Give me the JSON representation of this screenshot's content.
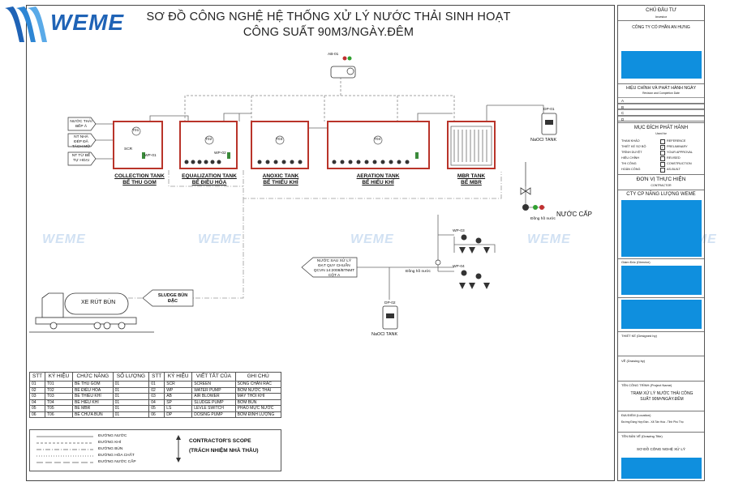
{
  "logo": {
    "text": "WEME"
  },
  "title": {
    "line1": "SƠ ĐỒ CÔNG NGHỆ HỆ THỐNG XỬ LÝ NƯỚC THẢI SINH HOẠT",
    "line2": "CÔNG SUẤT 90M3/NGÀY.ĐÊM"
  },
  "inlets": [
    "NƯỚC THẢI BẾP Ă",
    "NT NHÀ ĐÉP ĐÃ TÁCH MỠ",
    "NT TỪ BỂ TỰ HOẠI"
  ],
  "tanks": [
    {
      "en": "COLLECTION TANK",
      "vi": "BỂ THU GOM",
      "code": "T01"
    },
    {
      "en": "EQUALIZATION TANK",
      "vi": "BỂ ĐIỀU HÒA",
      "code": "T02"
    },
    {
      "en": "ANOXIC TANK",
      "vi": "BỂ THIẾU KHÍ",
      "code": "T03"
    },
    {
      "en": "AERATION TANK",
      "vi": "BỂ HIẾU KHÍ",
      "code": "T04"
    },
    {
      "en": "MBR TANK",
      "vi": "BỂ MBR",
      "code": ""
    }
  ],
  "equipment": {
    "blower": "AB-01",
    "naocl_tank_1": "NaOCl TANK",
    "naocl_tank_2": "NaOCl TANK",
    "dp1": "DP-01",
    "dp2": "DP-02",
    "nuoc_cap": "NƯỚC CẤP",
    "dong_ho_nuoc": "Đồng hồ nước",
    "dong_ho_nuoc_2": "Đồng hồ nước",
    "wp_labels": [
      "WP-01",
      "WP-02",
      "WP-03",
      "WP-04"
    ],
    "scr": "SCR"
  },
  "outlet": "NƯỚC SAU XỬ LÝ ĐẠT QUY CHUẨN QCVN 14:2008/BTNMT CỘT A",
  "sludge": {
    "label": "SLUDGE BÙN ĐẶC",
    "truck": "XE RÚT BÙN"
  },
  "watermark": "WEME",
  "table": {
    "headers": [
      "STT",
      "KÝ HIỆU",
      "CHỨC NĂNG",
      "SỐ LƯỢNG",
      "STT",
      "KÝ HIỆU",
      "VIẾT TẮT CỦA",
      "GHI CHÚ"
    ],
    "rows": [
      [
        "01",
        "T01",
        "BỂ THU GOM",
        "01",
        "01",
        "SCR",
        "SCREEN",
        "SONG CHẮN RÁC"
      ],
      [
        "02",
        "T02",
        "BỂ ĐIỀU HÒA",
        "01",
        "02",
        "WP",
        "WATER PUMP",
        "BƠM NƯỚC THẢI"
      ],
      [
        "03",
        "T03",
        "BỂ THIẾU KHÍ",
        "01",
        "03",
        "AB",
        "AIR BLOWER",
        "MÁY THỔI KHÍ"
      ],
      [
        "04",
        "T04",
        "BỂ HIẾU KHÍ",
        "01",
        "04",
        "SP",
        "SLUDGE PUMP",
        "BƠM BÙN"
      ],
      [
        "05",
        "T05",
        "BỂ MBR",
        "01",
        "05",
        "LS",
        "LEVLE SWITCH",
        "PHAO MỰC NƯỚC"
      ],
      [
        "06",
        "T06",
        "BỂ CHỨA BÙN",
        "01",
        "06",
        "DP",
        "DOSING PUMP",
        "BƠM ĐỊNH LƯỢNG"
      ]
    ]
  },
  "legend": {
    "lines": [
      "ĐƯỜNG NƯỚC",
      "ĐƯỜNG KHÍ",
      "ĐƯỜNG BÙN",
      "ĐƯỜNG HÓA CHẤT",
      "ĐƯỜNG NƯỚC CẤP"
    ],
    "scope_en": "CONTRACTOR'S SCOPE",
    "scope_vi": "(TRÁCH NHIỆM NHÀ THẦU)"
  },
  "panel": {
    "investor": "CHỦ ĐẦU TƯ",
    "investor_en": "Investor",
    "company": "CÔNG TY CỔ PHẦN AN HƯNG",
    "revision": "HIỆU CHỈNH VÀ PHÁT HÀNH NGÀY",
    "revision_en": "Revision and Completion Date",
    "rev_rows": [
      "A",
      "B",
      "C",
      "D"
    ],
    "purpose": "MỤC ĐÍCH PHÁT HÀNH",
    "purpose_en": "Used for",
    "purpose_rows": [
      [
        "THAM KHẢO",
        "REFERENCE",
        false
      ],
      [
        "THIẾT KẾ SƠ BỘ",
        "PRELIMINARY",
        true
      ],
      [
        "TRÌNH DUYỆT",
        "YOUR APPROVAL",
        false
      ],
      [
        "HIỆU CHỈNH",
        "REVISED",
        false
      ],
      [
        "THI CÔNG",
        "CONSTRUCTION",
        false
      ],
      [
        "HOÀN CÔNG",
        "AS-BUILT",
        false
      ]
    ],
    "contractor": "ĐƠN VỊ THỰC HIỆN",
    "contractor_en": "CONTRACTOR",
    "contractor_name": "CTY CP NĂNG LƯỢNG WEME",
    "director": "Giám Đốc (Director)",
    "designed": "THIẾT KẾ (Designed by)",
    "drawn": "VẼ (Drawing by)",
    "project": "TÊN CÔNG TRÌNH (Project Name)",
    "project_name": "TRẠM XỬ LÝ NƯỚC THẢI CÔNG SUẤT 90M³/NGÀY.ĐÊM",
    "location": "ĐỊA ĐIỂM (Location)",
    "location_text": "Đường Đồng Hợp Đàn - Xã Tân Hòa - Tỉnh Phú Thọ",
    "drawing_title": "TÊN BẢN VẼ (Drawing Title)",
    "drawing_name": "SƠ ĐỒ CÔNG NGHỆ XỬ LÝ"
  },
  "colors": {
    "accent_blue": "#0f8fde",
    "logo_blue": "#1f63b6",
    "tank_red": "#b9342a",
    "pipe_gray": "#666666"
  }
}
